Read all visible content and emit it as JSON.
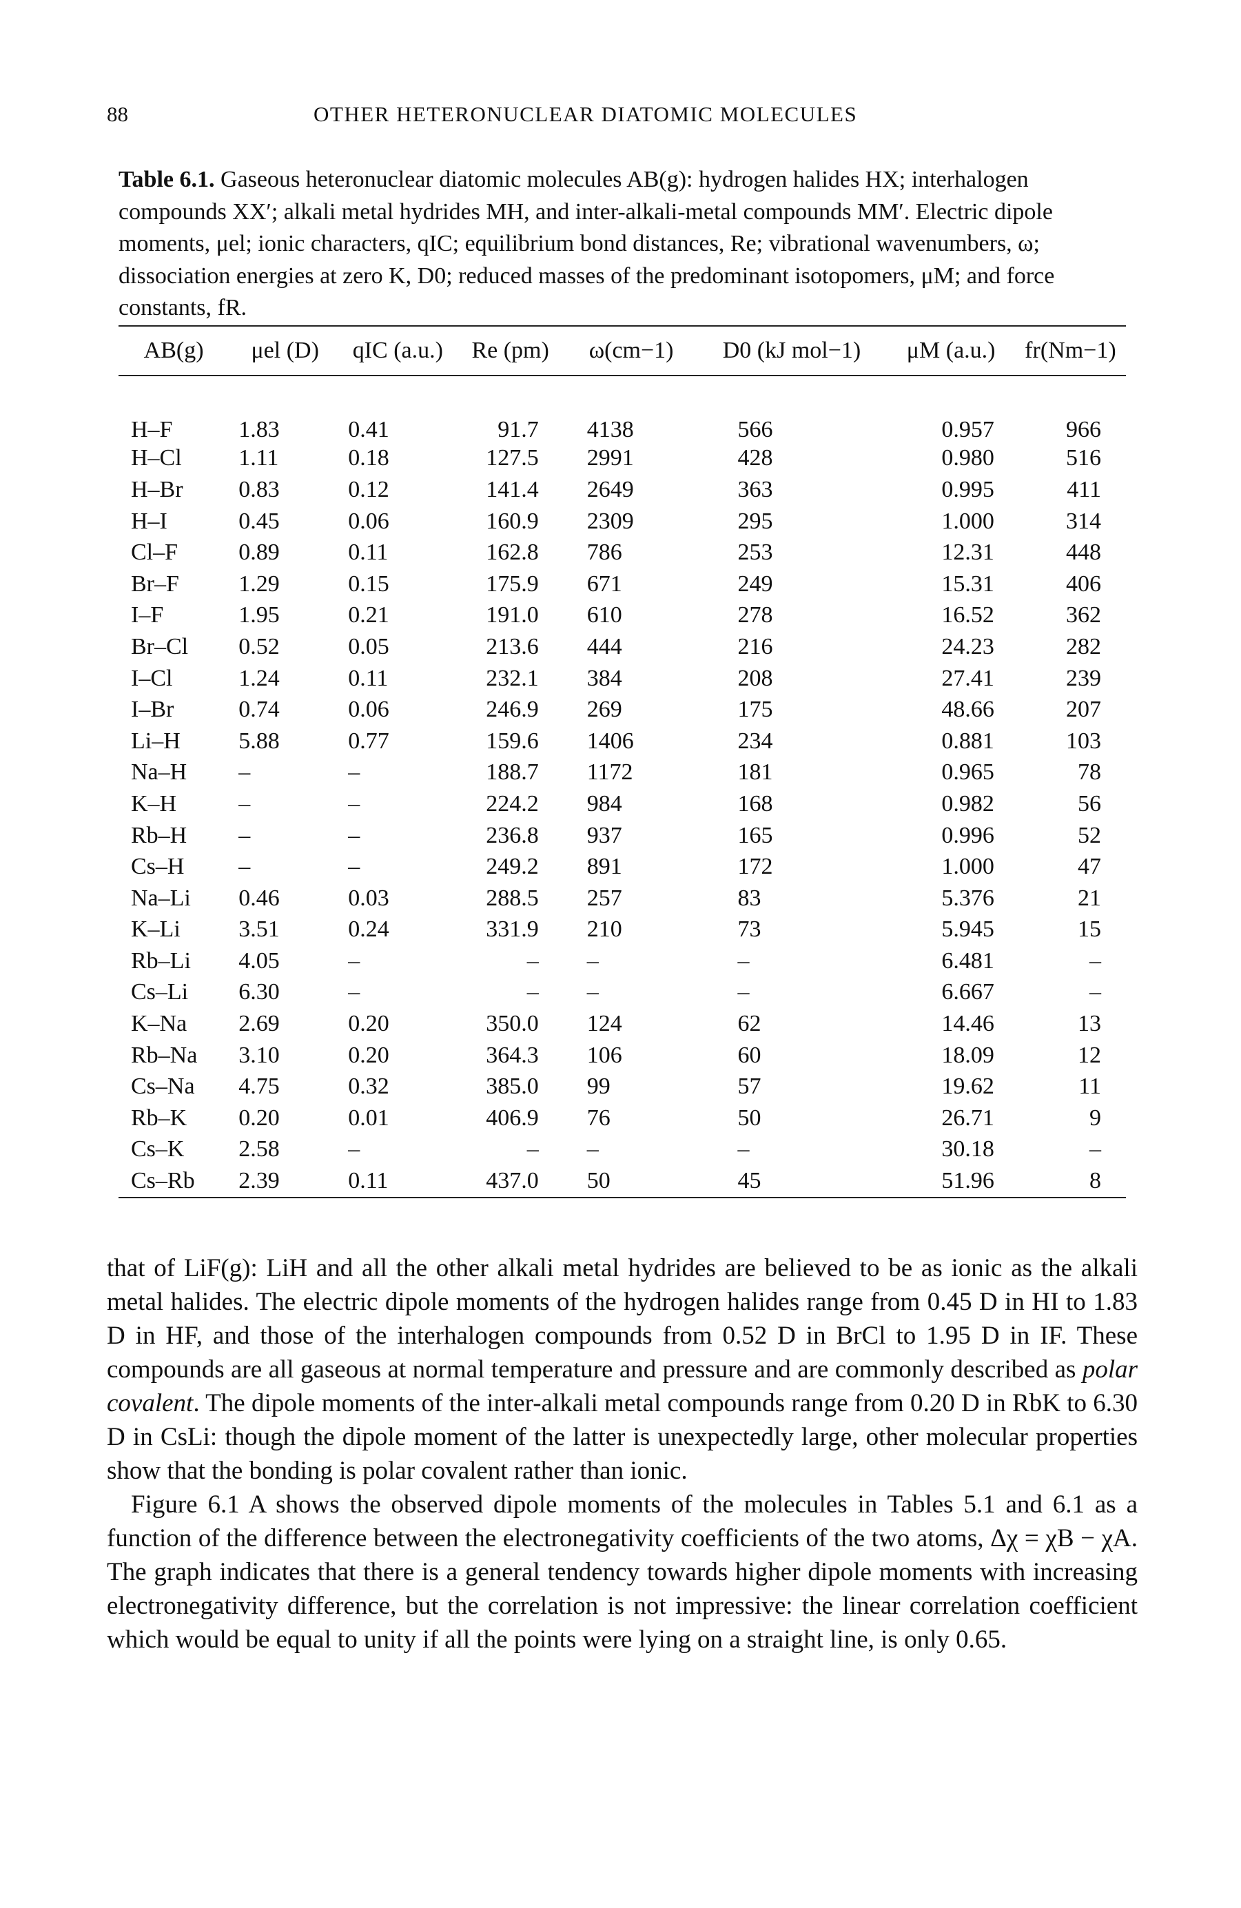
{
  "header": {
    "page_number": "88",
    "running_head": "OTHER HETERONUCLEAR DIATOMIC MOLECULES"
  },
  "caption": {
    "label": "Table 6.1.",
    "text": "Gaseous heteronuclear diatomic molecules AB(g): hydrogen halides HX; interhalogen compounds XX′; alkali metal hydrides MH, and inter-alkali-metal compounds MM′. Electric dipole moments, μel; ionic characters, qIC; equilibrium bond distances, Re; vibrational wavenumbers, ω; dissociation energies at zero K, D0; reduced masses of the predominant isotopomers, μM; and force constants, fR."
  },
  "table": {
    "columns": [
      "AB(g)",
      "μel (D)",
      "qIC (a.u.)",
      "Re (pm)",
      "ω(cm−1)",
      "D0 (kJ mol−1)",
      "μM (a.u.)",
      "fr(Nm−1)"
    ],
    "rows": [
      [
        "H–F",
        "1.83",
        "0.41",
        "91.7",
        "4138",
        "566",
        "0.957",
        "966"
      ],
      [
        "H–Cl",
        "1.11",
        "0.18",
        "127.5",
        "2991",
        "428",
        "0.980",
        "516"
      ],
      [
        "H–Br",
        "0.83",
        "0.12",
        "141.4",
        "2649",
        "363",
        "0.995",
        "411"
      ],
      [
        "H–I",
        "0.45",
        "0.06",
        "160.9",
        "2309",
        "295",
        "1.000",
        "314"
      ],
      [
        "Cl–F",
        "0.89",
        "0.11",
        "162.8",
        "786",
        "253",
        "12.31",
        "448"
      ],
      [
        "Br–F",
        "1.29",
        "0.15",
        "175.9",
        "671",
        "249",
        "15.31",
        "406"
      ],
      [
        "I–F",
        "1.95",
        "0.21",
        "191.0",
        "610",
        "278",
        "16.52",
        "362"
      ],
      [
        "Br–Cl",
        "0.52",
        "0.05",
        "213.6",
        "444",
        "216",
        "24.23",
        "282"
      ],
      [
        "I–Cl",
        "1.24",
        "0.11",
        "232.1",
        "384",
        "208",
        "27.41",
        "239"
      ],
      [
        "I–Br",
        "0.74",
        "0.06",
        "246.9",
        "269",
        "175",
        "48.66",
        "207"
      ],
      [
        "Li–H",
        "5.88",
        "0.77",
        "159.6",
        "1406",
        "234",
        "0.881",
        "103"
      ],
      [
        "Na–H",
        "–",
        "–",
        "188.7",
        "1172",
        "181",
        "0.965",
        "78"
      ],
      [
        "K–H",
        "–",
        "–",
        "224.2",
        "984",
        "168",
        "0.982",
        "56"
      ],
      [
        "Rb–H",
        "–",
        "–",
        "236.8",
        "937",
        "165",
        "0.996",
        "52"
      ],
      [
        "Cs–H",
        "–",
        "–",
        "249.2",
        "891",
        "172",
        "1.000",
        "47"
      ],
      [
        "Na–Li",
        "0.46",
        "0.03",
        "288.5",
        "257",
        "83",
        "5.376",
        "21"
      ],
      [
        "K–Li",
        "3.51",
        "0.24",
        "331.9",
        "210",
        "73",
        "5.945",
        "15"
      ],
      [
        "Rb–Li",
        "4.05",
        "–",
        "–",
        "–",
        "–",
        "6.481",
        "–"
      ],
      [
        "Cs–Li",
        "6.30",
        "–",
        "–",
        "–",
        "–",
        "6.667",
        "–"
      ],
      [
        "K–Na",
        "2.69",
        "0.20",
        "350.0",
        "124",
        "62",
        "14.46",
        "13"
      ],
      [
        "Rb–Na",
        "3.10",
        "0.20",
        "364.3",
        "106",
        "60",
        "18.09",
        "12"
      ],
      [
        "Cs–Na",
        "4.75",
        "0.32",
        "385.0",
        "99",
        "57",
        "19.62",
        "11"
      ],
      [
        "Rb–K",
        "0.20",
        "0.01",
        "406.9",
        "76",
        "50",
        "26.71",
        "9"
      ],
      [
        "Cs–K",
        "2.58",
        "–",
        "–",
        "–",
        "–",
        "30.18",
        "–"
      ],
      [
        "Cs–Rb",
        "2.39",
        "0.11",
        "437.0",
        "50",
        "45",
        "51.96",
        "8"
      ]
    ]
  },
  "body": {
    "p1_a": "that of LiF(g): LiH and all the other alkali metal hydrides are believed to be as ionic as the alkali metal halides. The electric dipole moments of the hydrogen halides range from 0.45 D in HI to 1.83 D in HF, and those of the interhalogen compounds from 0.52 D in BrCl to 1.95 D in IF. These compounds are all gaseous at normal temperature and pressure and are commonly described as ",
    "p1_em": "polar covalent",
    "p1_b": ". The dipole moments of the inter-alkali metal compounds range from 0.20 D in RbK to 6.30 D in CsLi: though the dipole moment of the latter is unexpectedly large, other molecular properties show that the bonding is polar covalent rather than ionic.",
    "p2": "Figure 6.1 A shows the observed dipole moments of the molecules in Tables 5.1 and 6.1 as a function of the difference between the electronegativity coefficients of the two atoms, Δχ = χB − χA. The graph indicates that there is a general tendency towards higher dipole moments with increasing electronegativity difference, but the correlation is not impressive: the linear correlation coefficient which would be equal to unity if all the points were lying on a straight line, is only 0.65."
  }
}
